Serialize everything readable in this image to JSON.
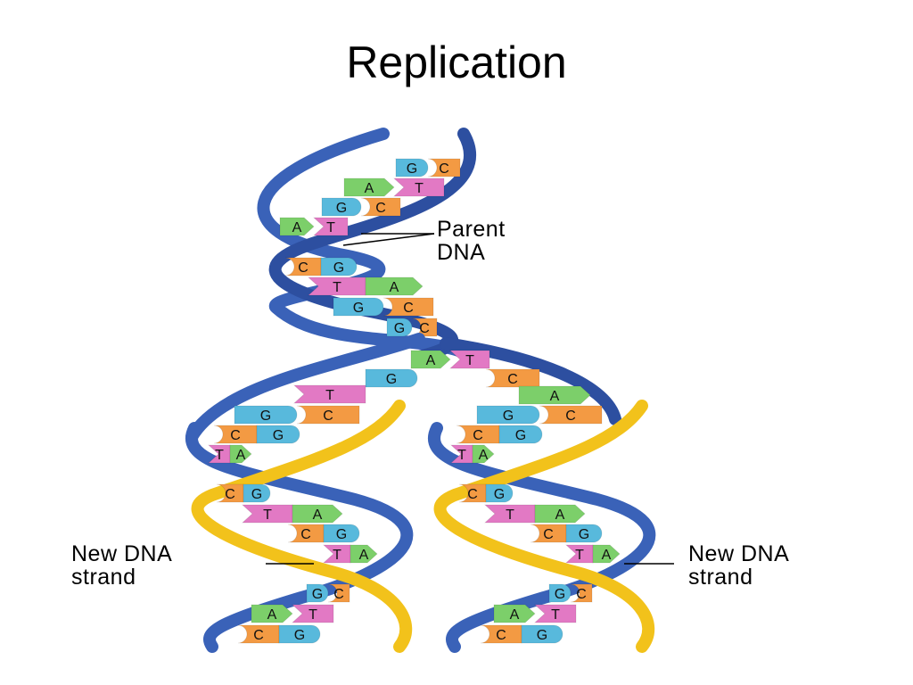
{
  "slide": {
    "title": "Replication"
  },
  "labels": {
    "parent": [
      "Parent",
      "DNA"
    ],
    "new_left": [
      "New DNA",
      "strand"
    ],
    "new_right": [
      "New DNA",
      "strand"
    ]
  },
  "colors": {
    "backbone_parent": "#3a62b8",
    "backbone_new": "#f2c21b",
    "base_G": "#58b9dc",
    "base_C": "#f39a43",
    "base_A": "#7ccf6a",
    "base_T": "#e279c4"
  },
  "pairs": {
    "parent": [
      [
        "G",
        "C"
      ],
      [
        "A",
        "T"
      ],
      [
        "G",
        "C"
      ],
      [
        "A",
        "T"
      ],
      [
        "C",
        "G"
      ],
      [
        "T",
        "A"
      ],
      [
        "G",
        "C"
      ],
      [
        "G",
        "C"
      ]
    ],
    "fork": [
      "A",
      "T"
    ],
    "fork_left": [
      "G",
      "T"
    ],
    "fork_right": [
      "C",
      "A"
    ],
    "left": [
      [
        "G",
        "C"
      ],
      [
        "C",
        "G"
      ],
      [
        "T",
        "A"
      ],
      [
        "C",
        "G"
      ],
      [
        "T",
        "A"
      ],
      [
        "C",
        "G"
      ],
      [
        "T",
        "A"
      ],
      [
        "G",
        "C"
      ],
      [
        "A",
        "T"
      ],
      [
        "C",
        "G"
      ]
    ],
    "right": [
      [
        "G",
        "C"
      ],
      [
        "C",
        "G"
      ],
      [
        "T",
        "A"
      ],
      [
        "C",
        "G"
      ],
      [
        "T",
        "A"
      ],
      [
        "C",
        "G"
      ],
      [
        "T",
        "A"
      ],
      [
        "G",
        "C"
      ],
      [
        "A",
        "T"
      ],
      [
        "C",
        "G"
      ]
    ]
  }
}
